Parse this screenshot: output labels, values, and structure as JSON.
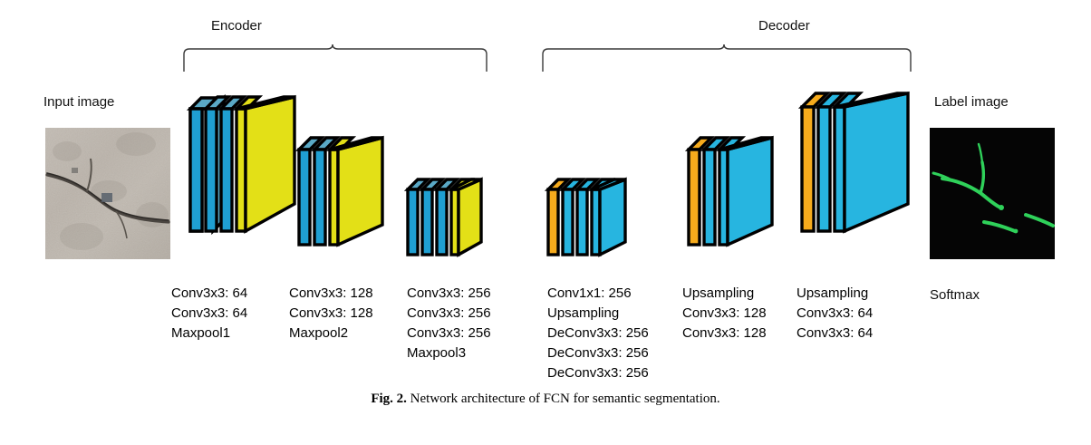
{
  "figure": {
    "caption_bold": "Fig. 2.",
    "caption_text": " Network architecture of FCN for semantic segmentation."
  },
  "sections": {
    "encoder_label": "Encoder",
    "decoder_label": "Decoder"
  },
  "io": {
    "input_label": "Input image",
    "output_label": "Label image",
    "softmax_label": "Softmax"
  },
  "colors": {
    "conv_blue": "#1f9fd2",
    "conv_blue_top": "#5aa9c6",
    "maxpool_yellow": "#e3e017",
    "deconv_cyan": "#27b5e0",
    "upsample_orange": "#f6ab1c",
    "edge": "#000000",
    "label_green": "#2fd15a"
  },
  "blocks": [
    {
      "id": "enc1",
      "lines": [
        "Conv3x3: 64",
        "Conv3x3: 64",
        "Maxpool1"
      ]
    },
    {
      "id": "enc2",
      "lines": [
        "Conv3x3: 128",
        "Conv3x3: 128",
        "Maxpool2"
      ]
    },
    {
      "id": "enc3",
      "lines": [
        "Conv3x3: 256",
        "Conv3x3: 256",
        "Conv3x3: 256",
        "Maxpool3"
      ]
    },
    {
      "id": "dec1",
      "lines": [
        "Conv1x1: 256",
        "Upsampling",
        "DeConv3x3: 256",
        "DeConv3x3: 256",
        "DeConv3x3: 256"
      ]
    },
    {
      "id": "dec2",
      "lines": [
        "Upsampling",
        "Conv3x3: 128",
        "Conv3x3: 128"
      ]
    },
    {
      "id": "dec3",
      "lines": [
        "Upsampling",
        "Conv3x3: 64",
        "Conv3x3: 64"
      ]
    }
  ]
}
